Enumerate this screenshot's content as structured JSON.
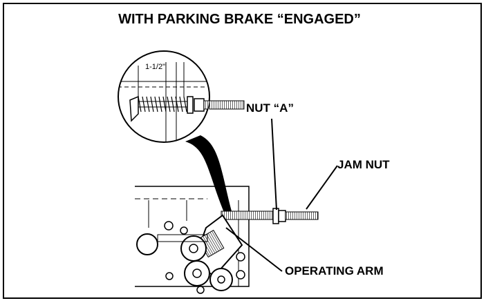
{
  "title": "WITH PARKING BRAKE “ENGAGED”",
  "callouts": {
    "nut_a": "NUT “A”",
    "jam_nut": "JAM NUT",
    "operating_arm": "OPERATING ARM"
  },
  "dimension": "1-1/2\""
}
